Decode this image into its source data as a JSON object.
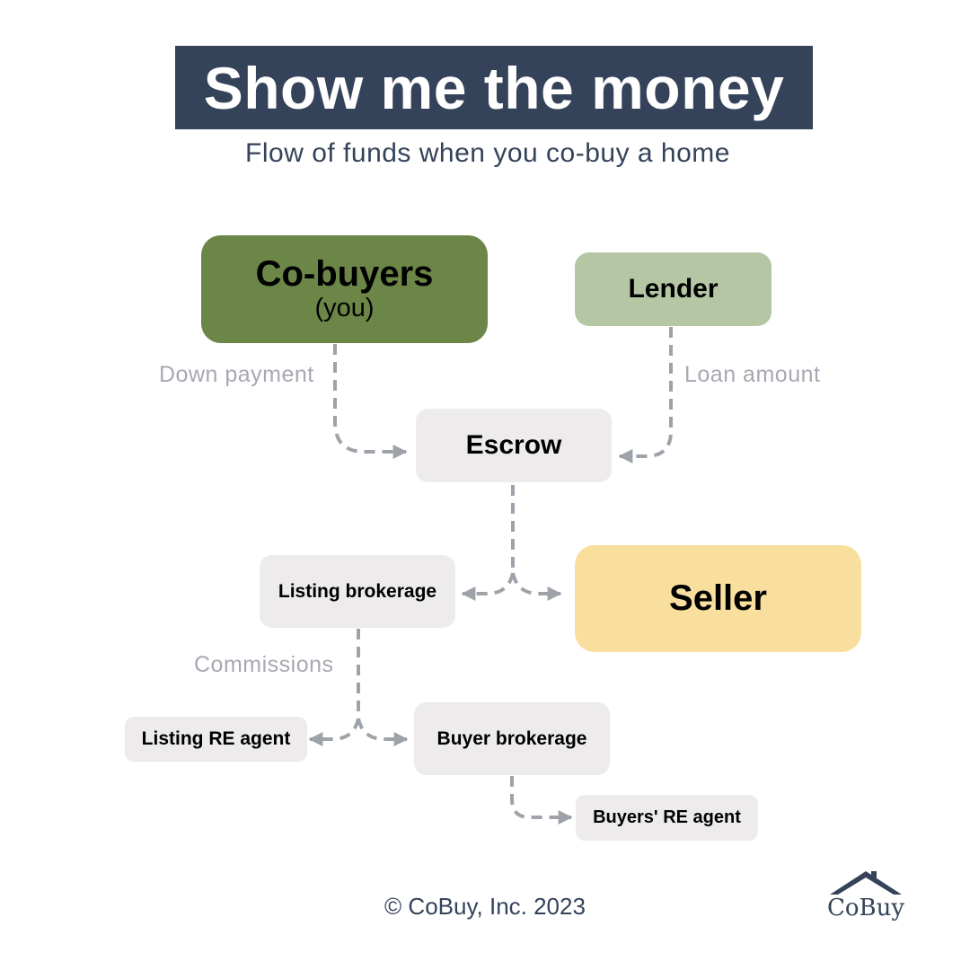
{
  "header": {
    "title": "Show me the money",
    "subtitle": "Flow of funds when you co-buy a home"
  },
  "nodes": {
    "cobuyers": "Co-buyers",
    "cobuyers_sub": "(you)",
    "lender": "Lender",
    "escrow": "Escrow",
    "seller": "Seller",
    "listing_brokerage": "Listing brokerage",
    "listing_agent": "Listing RE agent",
    "buyer_brokerage": "Buyer brokerage",
    "buyers_agent": "Buyers' RE agent"
  },
  "labels": {
    "down_payment": "Down payment",
    "loan_amount": "Loan amount",
    "commissions": "Commissions"
  },
  "footer": {
    "copyright": "© CoBuy, Inc. 2023",
    "logo_text": "CoBuy"
  },
  "colors": {
    "title_bg": "#35435a",
    "cobuyers": "#6b8647",
    "lender": "#b4c6a4",
    "seller": "#f8df9e",
    "neutral_box": "#edebeb",
    "arrow": "#9ea3aa"
  }
}
